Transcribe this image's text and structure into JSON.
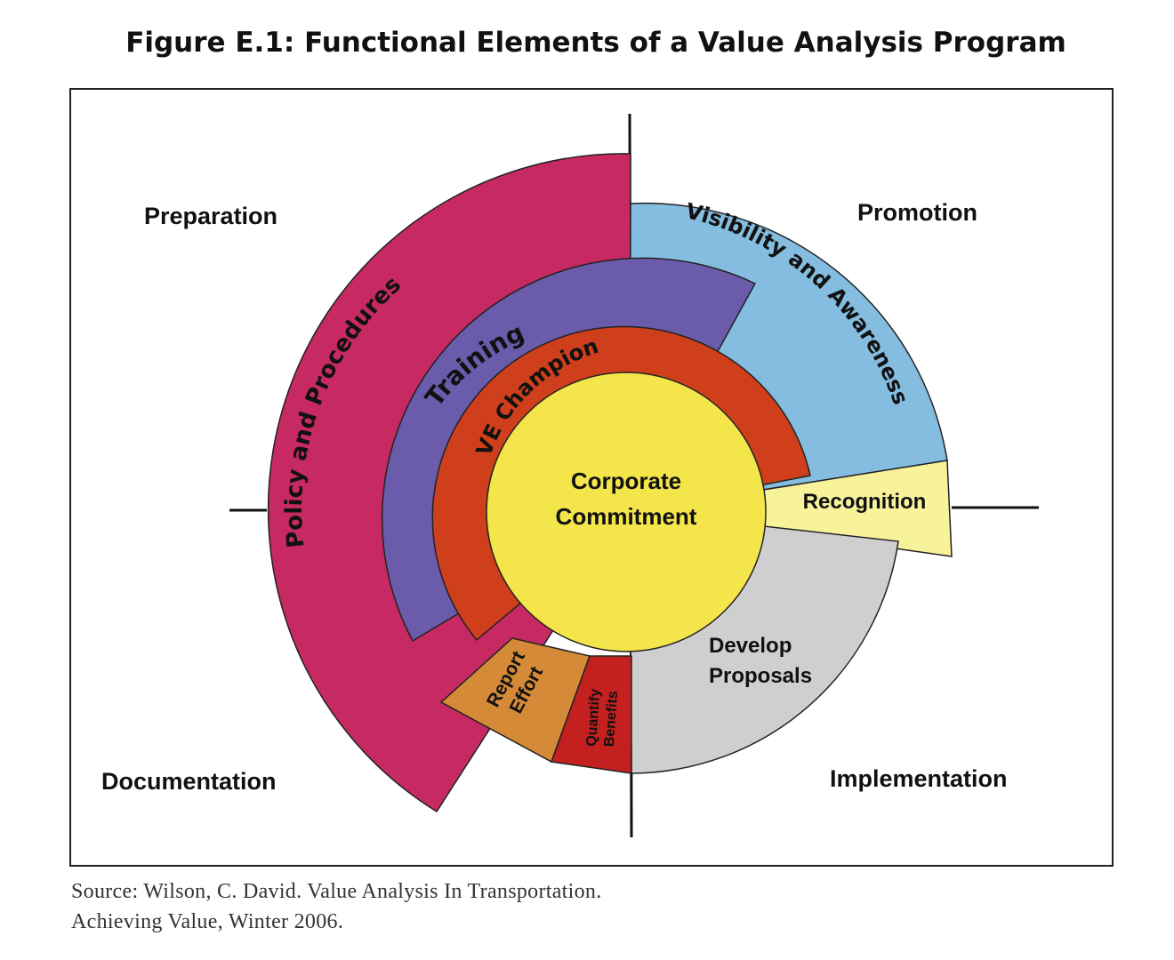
{
  "title": "Figure E.1: Functional Elements of a Value Analysis Program",
  "quadrants": {
    "top_left": "Preparation",
    "top_right": "Promotion",
    "bottom_left": "Documentation",
    "bottom_right": "Implementation"
  },
  "center": {
    "line1": "Corporate",
    "line2": "Commitment"
  },
  "segments": {
    "policy": "Policy and Procedures",
    "training": "Training",
    "champion": "VE Champion",
    "visibility": "Visibility and Awareness",
    "recognition": "Recognition",
    "develop_line1": "Develop",
    "develop_line2": "Proposals",
    "report_line1": "Report",
    "report_line2": "Effort",
    "quantify_line1": "Quantify",
    "quantify_line2": "Benefits"
  },
  "colors": {
    "policy": "#c72a62",
    "training": "#6a5bab",
    "champion": "#cf3f1c",
    "core": "#f4e54a",
    "visibility": "#84bde0",
    "recognition": "#f8f29a",
    "develop": "#cfcfcf",
    "report": "#d48a36",
    "quantify": "#c42020"
  },
  "source": {
    "line1": "Source: Wilson, C. David. Value Analysis In Transportation.",
    "line2": "Achieving Value, Winter 2006."
  }
}
